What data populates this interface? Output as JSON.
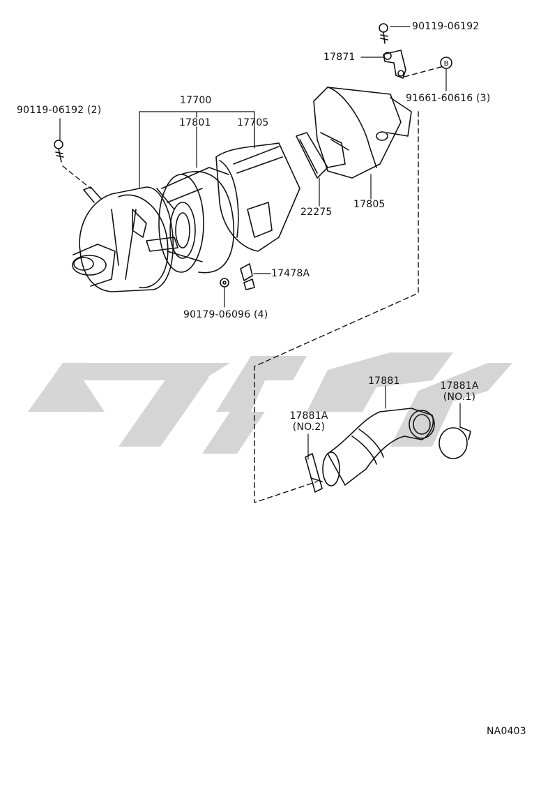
{
  "diagram": {
    "labels": {
      "bolt_top": "90119-06192",
      "bracket": "17871",
      "marker_b": "B",
      "clips": "91661-60616 (3)",
      "bolt_left": "90119-06192 (2)",
      "assembly": "17700",
      "element": "17801",
      "cap": "17705",
      "inlet_housing": "17805",
      "gasket": "22275",
      "wing_clip": "17478A",
      "nut": "90179-06096 (4)",
      "hose": "17881",
      "clamp_no1_part": "17881A",
      "clamp_no1_tag": "(NO.1)",
      "clamp_no2_part": "17881A",
      "clamp_no2_tag": "(NO.2)",
      "figure_code": "NA0403"
    }
  }
}
